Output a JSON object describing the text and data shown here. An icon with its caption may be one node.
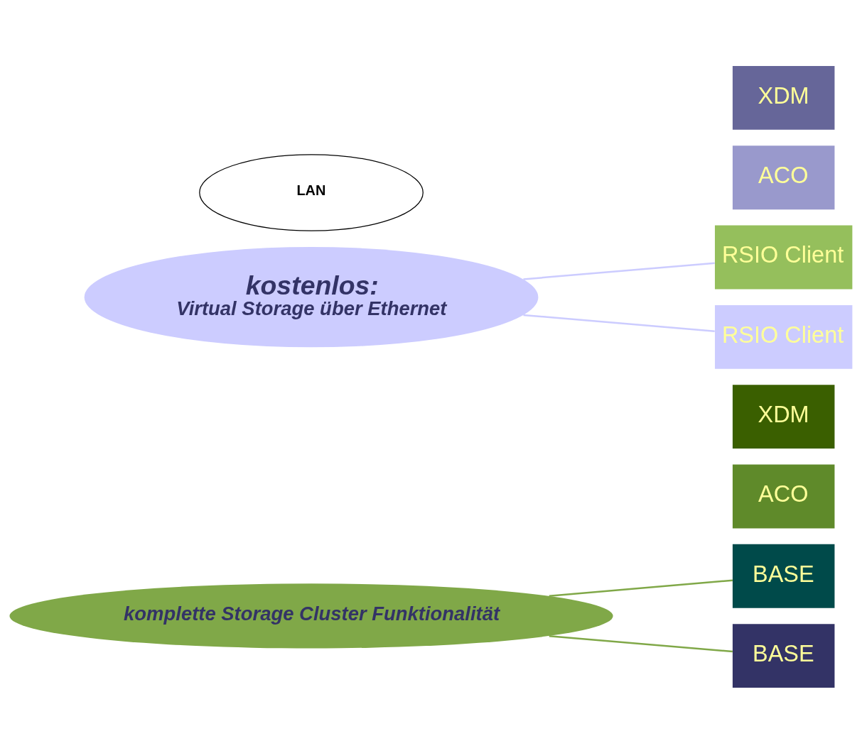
{
  "diagram": {
    "nodes": [
      {
        "text": [
          "komplette Storage Cluster Funktionalität"
        ]
      },
      {
        "text": [
          "ACO"
        ]
      },
      {
        "text": [
          "XDM"
        ]
      },
      {
        "text": [
          "BASE"
        ]
      },
      {
        "text": [
          "RSIO Client"
        ]
      },
      {
        "text": [
          "LAN"
        ]
      },
      {
        "text": [
          "ACO"
        ]
      },
      {
        "text": [
          "XDM"
        ]
      },
      {
        "text": [
          "BASE"
        ]
      },
      {
        "text": [
          "kostenlos:",
          "Virtual Storage über Ethernet"
        ]
      },
      {
        "text": [
          "RSIO Client"
        ]
      }
    ],
    "edges": [
      {
        "from": 0,
        "to": 3,
        "arrow": "none",
        "color": "#80a848"
      },
      {
        "from": 0,
        "to": 8,
        "arrow": "none",
        "color": "#80a848"
      },
      {
        "from": 9,
        "to": 4,
        "arrow": "none",
        "color": "#ccccff"
      },
      {
        "from": 9,
        "to": 10,
        "arrow": "none",
        "color": "#ccccff"
      }
    ]
  }
}
